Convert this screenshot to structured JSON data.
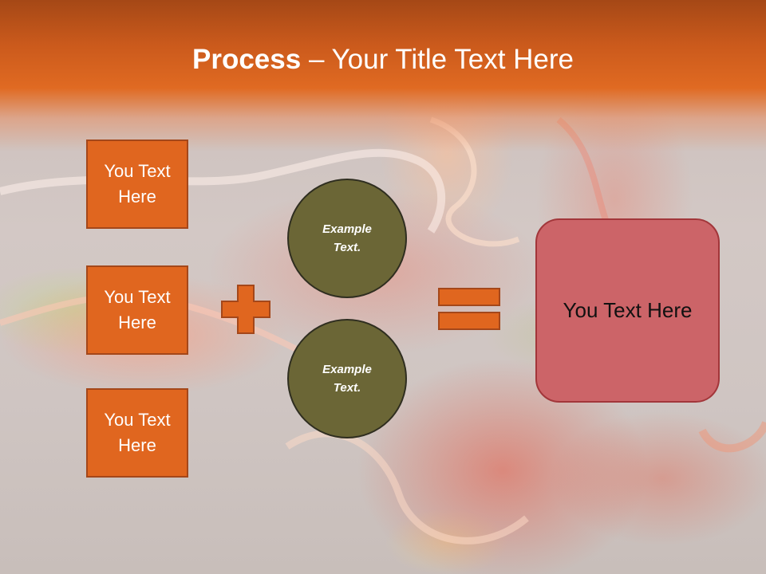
{
  "slide": {
    "title_bold": "Process",
    "title_rest": " – Your Title Text Here",
    "inputs": [
      {
        "label": "You Text Here"
      },
      {
        "label": "You Text Here"
      },
      {
        "label": "You Text Here"
      }
    ],
    "circles": [
      {
        "label": "Example Text."
      },
      {
        "label": "Example Text."
      }
    ],
    "plus_icon": "plus-icon",
    "equals_icon": "equals-icon",
    "result": {
      "label": "You Text Here"
    },
    "colors": {
      "header_orange": "#e06a22",
      "box_orange": "#e0661f",
      "circle_olive": "#6b6636",
      "result_red": "#cc6468"
    }
  }
}
